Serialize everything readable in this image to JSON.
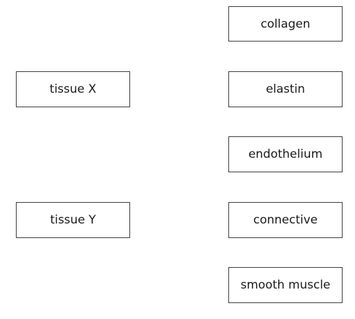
{
  "tissues": {
    "x_label": "tissue X",
    "y_label": "tissue Y"
  },
  "options": [
    {
      "label": "collagen"
    },
    {
      "label": "elastin"
    },
    {
      "label": "endothelium"
    },
    {
      "label": "connective"
    },
    {
      "label": "smooth muscle"
    }
  ]
}
